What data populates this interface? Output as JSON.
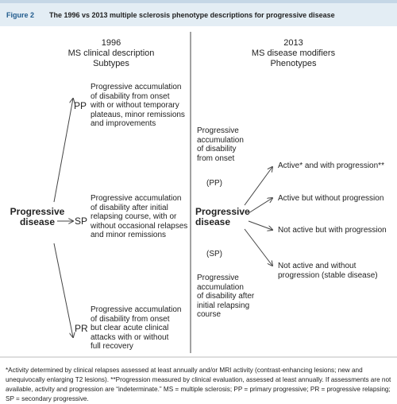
{
  "figure": {
    "label": "Figure 2",
    "title": "The 1996 vs 2013 multiple sclerosis phenotype descriptions for progressive disease"
  },
  "left_column": {
    "heading_lines": [
      "1996",
      "MS clinical description",
      "Subtypes"
    ],
    "root_label_lines": [
      "Progressive",
      "disease"
    ],
    "subtypes": [
      {
        "code": "PP",
        "description_lines": [
          "Progressive accumulation",
          "of disability from onset",
          "with or without temporary",
          "plateaus, minor remissions",
          "and improvements"
        ]
      },
      {
        "code": "SP",
        "description_lines": [
          "Progressive accumulation",
          "of disability after initial",
          "relapsing course, with or",
          "without occasional relapses",
          "and minor remissions"
        ]
      },
      {
        "code": "PR",
        "description_lines": [
          "Progressive accumulation",
          "of disability from onset",
          "but clear acute clinical",
          "attacks with or without",
          "full recovery"
        ]
      }
    ]
  },
  "right_column": {
    "heading_lines": [
      "2013",
      "MS disease modifiers",
      "Phenotypes"
    ],
    "root_label_lines": [
      "Progressive",
      "disease"
    ],
    "pp_code": "(PP)",
    "pp_description_lines": [
      "Progressive",
      "accumulation",
      "of disability",
      "from onset"
    ],
    "sp_code": "(SP)",
    "sp_description_lines": [
      "Progressive",
      "accumulation",
      "of disability after",
      "initial relapsing",
      "course"
    ],
    "modifiers": [
      {
        "lines": [
          "Active* and with progression**"
        ]
      },
      {
        "lines": [
          "Active but without progression"
        ]
      },
      {
        "lines": [
          "Not active but with progression"
        ]
      },
      {
        "lines": [
          "Not active and without",
          "progression (stable disease)"
        ]
      }
    ]
  },
  "caption": "*Activity determined by clinical relapses assessed at least annually and/or MRI activity (contrast-enhancing lesions; new and unequivocally enlarging T2 lesions). **Progression measured by clinical evaluation, assessed at least annually. If assessments are not available, activity and progression are “indeterminate.” MS = multiple sclerosis; PP = primary progressive; PR = progressive relapsing; SP = secondary progressive.",
  "colors": {
    "header_background": "#e3edf4",
    "figure_label": "#1f5a8c",
    "lines": "#444444"
  }
}
